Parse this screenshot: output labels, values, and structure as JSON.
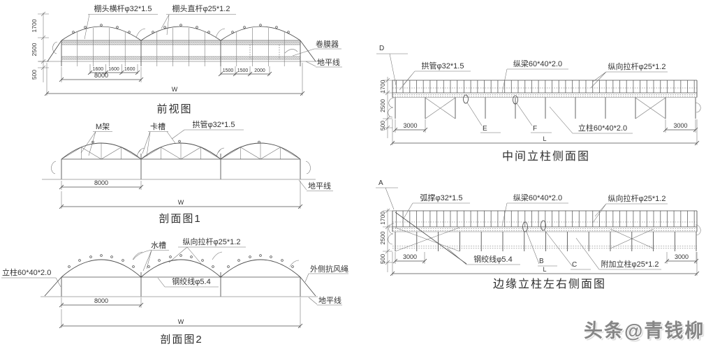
{
  "watermark": "头条@青钱柳",
  "front": {
    "title": "前视图",
    "label_top_bar": "棚头横杆φ32*1.5",
    "label_top_rod": "棚头直杆φ25*1.2",
    "label_roller": "卷膜器",
    "label_ground": "地平线",
    "dim_1700": "1700",
    "dim_2500": "2500",
    "dim_500": "500",
    "seg_a1": "1600",
    "seg_a2": "1600",
    "seg_a3": "1600",
    "seg_b1": "1500",
    "seg_b2": "1500",
    "seg_b3": "2000",
    "dim_8000": "8000",
    "dim_w": "W"
  },
  "section1": {
    "title": "剖面图1",
    "label_m": "M架",
    "label_clip": "卡槽",
    "label_arch": "拱管φ32*1.5",
    "label_ground": "地平线",
    "dim_8000": "8000",
    "dim_w": "W"
  },
  "section2": {
    "title": "剖面图2",
    "label_column": "立柱60*40*2.0",
    "label_gutter": "水槽",
    "label_tie": "纵向拉杆φ25*1.2",
    "label_strand": "钢绞线φ5.4",
    "label_rope": "外侧抗风绳",
    "label_ground": "地平线",
    "dim_8000": "8000",
    "dim_w": "W"
  },
  "middle": {
    "title": "中间立柱侧面图",
    "label_arch": "拱管φ32*1.5",
    "label_beam": "纵梁60*40*2.0",
    "label_tie": "纵向拉杆φ25*1.2",
    "label_column": "立柱60*40*2.0",
    "letter_d": "D",
    "letter_e": "E",
    "letter_f": "F",
    "dim_1700": "1700",
    "dim_2500": "2500",
    "dim_500": "500",
    "dim_3000_l": "3000",
    "dim_3000_r": "3000",
    "dim_l": "L"
  },
  "edge": {
    "title": "边缘立柱左右侧面图",
    "label_arc": "弧撑φ32*1.5",
    "label_beam": "纵梁60*40*2.0",
    "label_tie": "纵向拉杆φ25*1.2",
    "label_strand": "钢绞线φ5.4",
    "label_extra": "附加立柱φ25*1.2",
    "letter_a": "A",
    "letter_b": "B",
    "letter_c": "C",
    "dim_1700": "1700",
    "dim_2500": "2500",
    "dim_500": "500",
    "dim_3000_l": "3000",
    "dim_3000_r": "3000",
    "dim_l": "L"
  },
  "colors": {
    "line": "#4b4b4b",
    "ground": "#8f8f8f",
    "watermark": "#868686",
    "bg": "#ffffff"
  }
}
